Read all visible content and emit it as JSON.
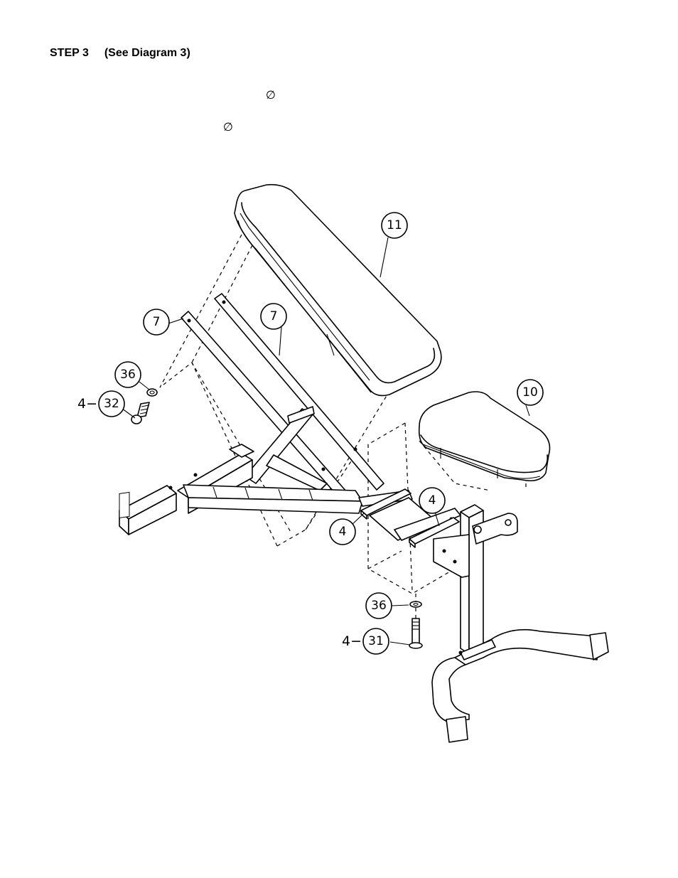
{
  "heading": {
    "step": "STEP 3",
    "ref": "(See Diagram 3)"
  },
  "symbols": {
    "diameter_1": "∅",
    "diameter_2": "∅"
  },
  "callouts": {
    "seat_back": "11",
    "seat": "10",
    "support_left": "7",
    "support_right": "7",
    "washer_upper": "36",
    "bolt_upper": "32",
    "bolt_upper_qty": "4−",
    "bracket_left": "4",
    "bracket_right": "4",
    "washer_lower": "36",
    "bolt_lower": "31",
    "bolt_lower_qty": "4−"
  }
}
